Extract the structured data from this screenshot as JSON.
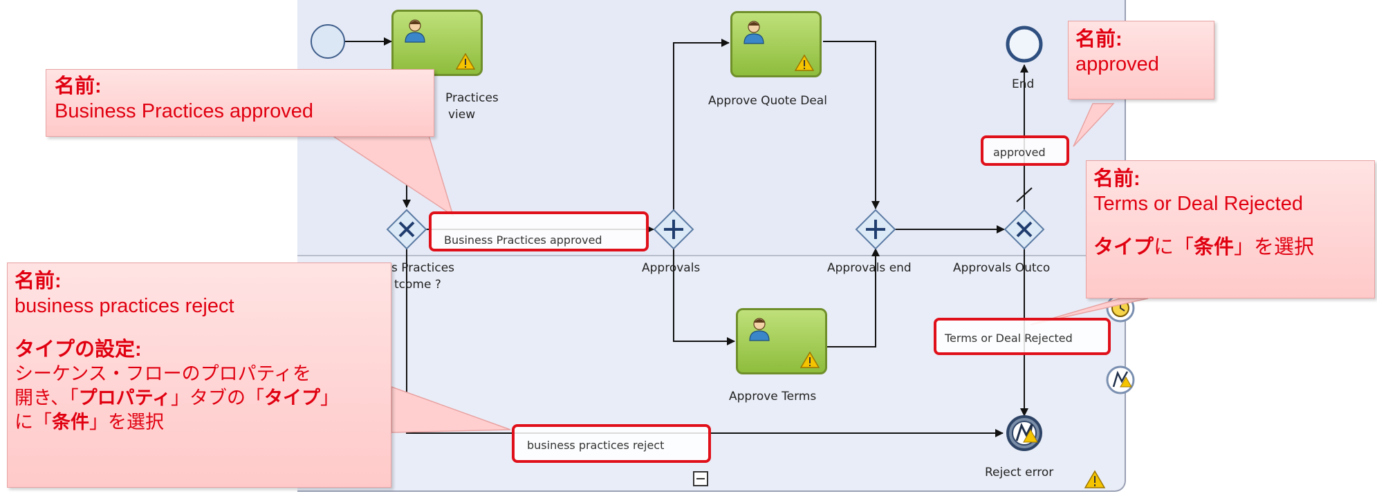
{
  "tasks": {
    "business_practices_review": {
      "label_line1": "Practices",
      "label_line2": "view"
    },
    "approve_quote_deal": {
      "label": "Approve Quote Deal"
    },
    "approve_terms": {
      "label": "Approve Terms"
    }
  },
  "events": {
    "end": {
      "label": "End"
    },
    "reject_error": {
      "label": "Reject error"
    }
  },
  "gateways": {
    "business_practices_outcome": {
      "label_line1": "s Practices",
      "label_line2": "tcome ?"
    },
    "approvals": {
      "label": "Approvals"
    },
    "approvals_end": {
      "label": "Approvals end"
    },
    "approvals_outcome": {
      "label": "Approvals Outco"
    }
  },
  "flows": {
    "business_practices_approved": "Business Practices approved",
    "approved": "approved",
    "terms_or_deal_rejected": "Terms or Deal Rejected",
    "business_practices_reject": "business practices reject"
  },
  "callouts": {
    "bp_approved": {
      "heading": "名前:",
      "value": "Business Practices approved"
    },
    "approved": {
      "heading": "名前:",
      "value": "approved"
    },
    "terms_rejected": {
      "heading": "名前:",
      "value": "Terms or Deal Rejected",
      "type_part1": "タイプ",
      "type_part2": "に「",
      "type_part3": "条件",
      "type_part4": "」を選択"
    },
    "bp_reject": {
      "heading": "名前:",
      "value": "business practices reject",
      "type_heading": "タイプの設定:",
      "line1": "シーケンス・フローのプロパティを",
      "line2_part1": "開き、「",
      "line2_part2": "プロパティ",
      "line2_part3": "」タブの「",
      "line2_part4": "タイプ",
      "line2_part5": "」",
      "line3_part1": "に「",
      "line3_part2": "条件",
      "line3_part3": "」を選択"
    }
  },
  "colors": {
    "accent_red": "#e00010",
    "task_green": "#8ebd3c",
    "lane_bg": "#e6eaf6",
    "callout_pink": "#ffd3d3"
  },
  "icons": [
    "user-task-icon",
    "warning-icon",
    "exclusive-gateway-icon",
    "parallel-gateway-icon",
    "error-event-icon",
    "timer-event-icon",
    "collapse-icon"
  ]
}
